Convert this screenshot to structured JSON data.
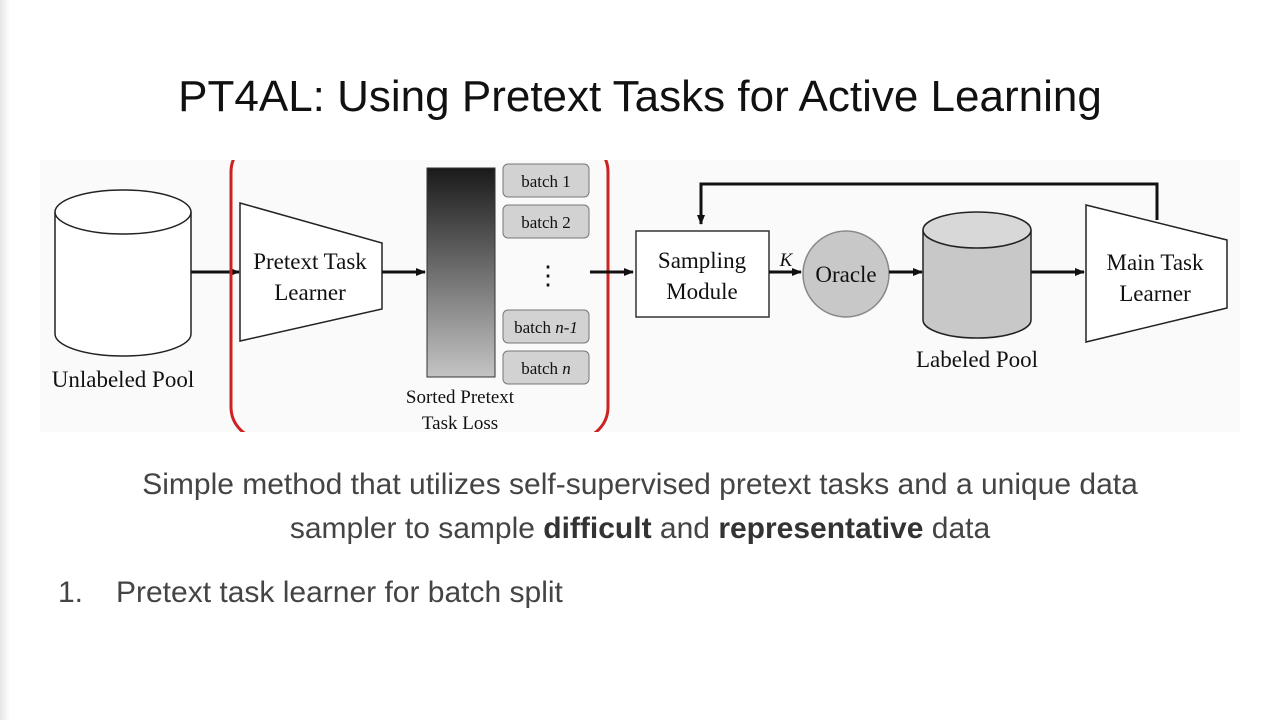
{
  "slide": {
    "title": "PT4AL: Using Pretext Tasks for Active Learning",
    "description": {
      "part1": "Simple method that utilizes self-supervised pretext tasks and a unique data",
      "part2": "sampler to sample ",
      "bold1": "difficult",
      "part3": " and ",
      "bold2": "representative",
      "part4": " data"
    },
    "list": [
      {
        "number": "1.",
        "text": "Pretext task learner for batch split"
      }
    ]
  },
  "diagram": {
    "unlabeled_pool": "Unlabeled Pool",
    "pretext_learner": [
      "Pretext Task",
      "Learner"
    ],
    "sorted_loss": [
      "Sorted Pretext",
      "Task Loss"
    ],
    "batches": {
      "b1": "batch 1",
      "b2": "batch 2",
      "dots": "⋮",
      "bn1_prefix": "batch ",
      "bn1_var": "n-1",
      "bn_prefix": "batch ",
      "bn_var": "n"
    },
    "sampling_module": [
      "Sampling",
      "Module"
    ],
    "k_label": "K",
    "oracle": "Oracle",
    "labeled_pool": "Labeled Pool",
    "main_learner": [
      "Main Task",
      "Learner"
    ],
    "highlight_color": "#cc2222"
  }
}
